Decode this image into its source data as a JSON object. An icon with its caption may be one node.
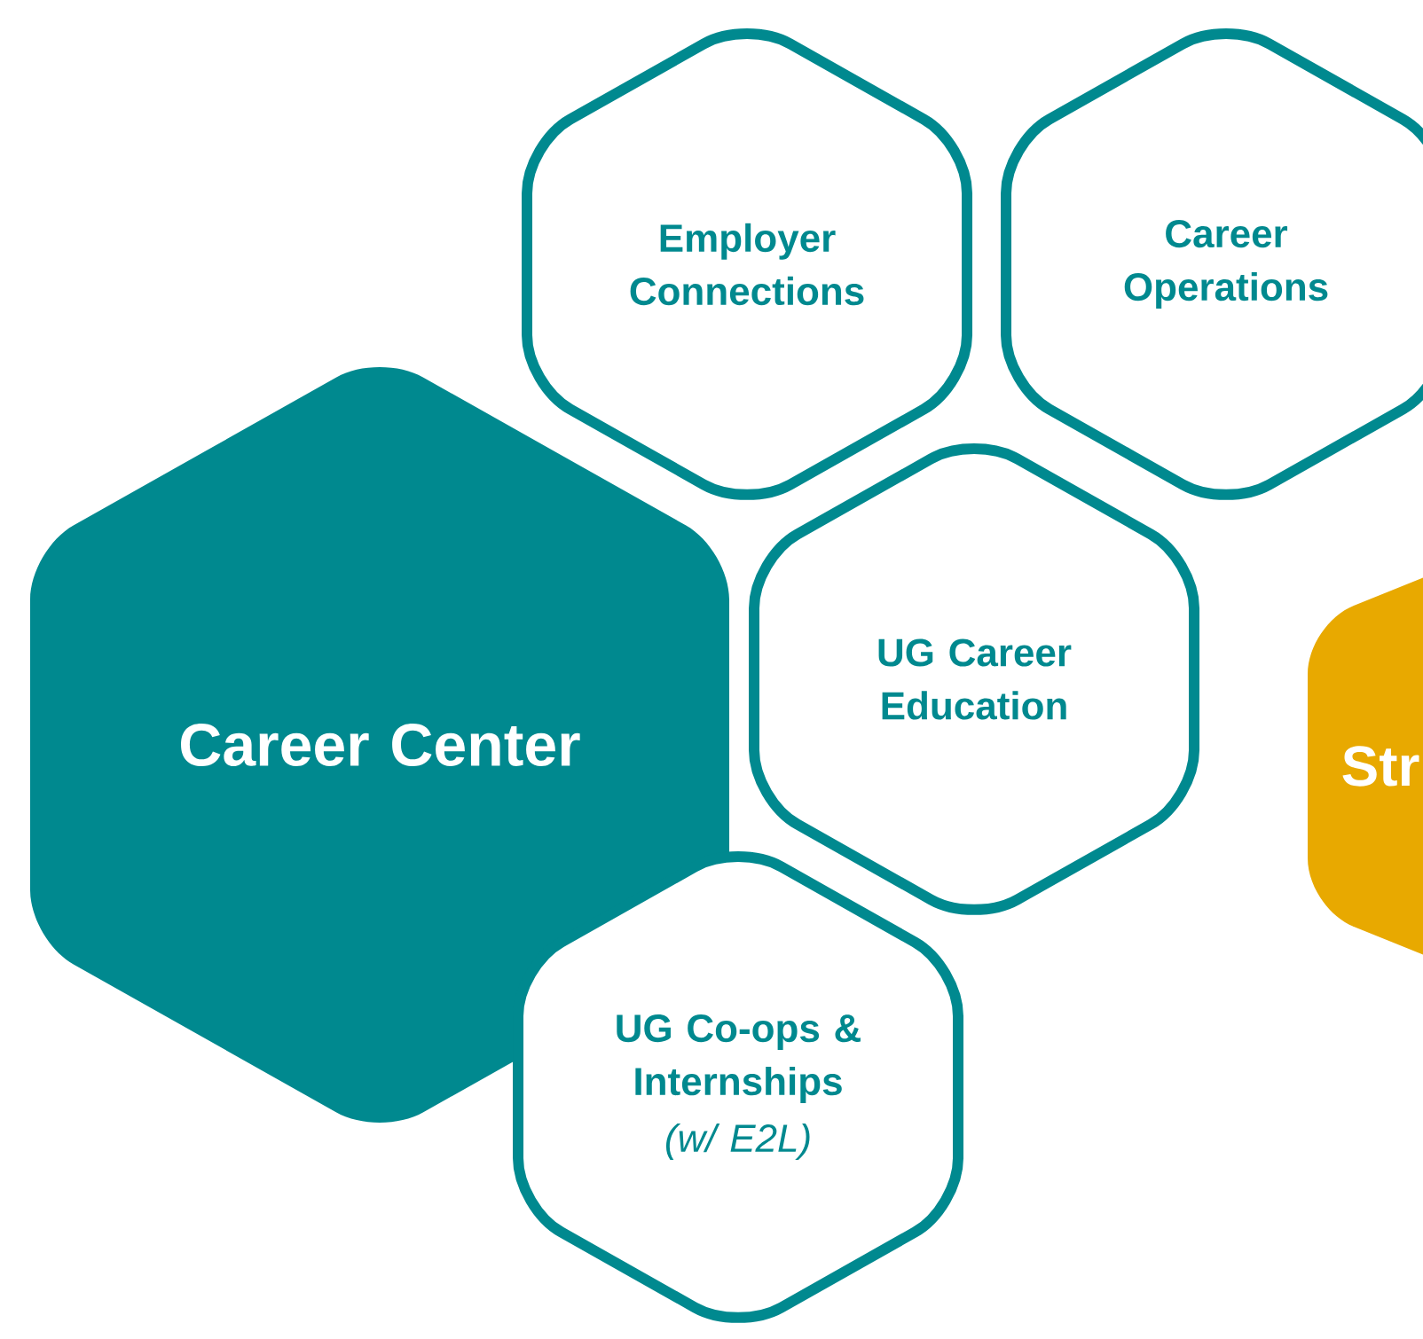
{
  "diagram": {
    "nodes": [
      {
        "text": [
          "Career Center"
        ]
      },
      {
        "text": [
          "Employer Connections"
        ]
      },
      {
        "text": [
          "Career Operations"
        ]
      },
      {
        "text": [
          "UG Career Education"
        ]
      },
      {
        "text": [
          "UG Co-ops & Internships",
          "(w/ E2L)"
        ]
      },
      {
        "text": [
          "Str"
        ]
      }
    ]
  }
}
